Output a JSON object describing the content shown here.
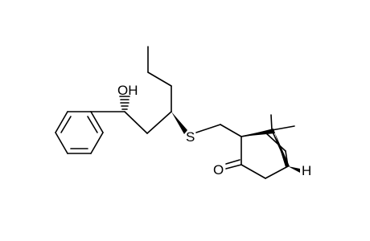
{
  "molecule": {
    "labels": {
      "hydroxyl": "OH",
      "sulfur": "S",
      "carbonyl_oxygen": "O",
      "bridgehead_hydrogen": "H"
    }
  },
  "colors": {
    "background": "#ffffff",
    "ink": "#000000"
  }
}
